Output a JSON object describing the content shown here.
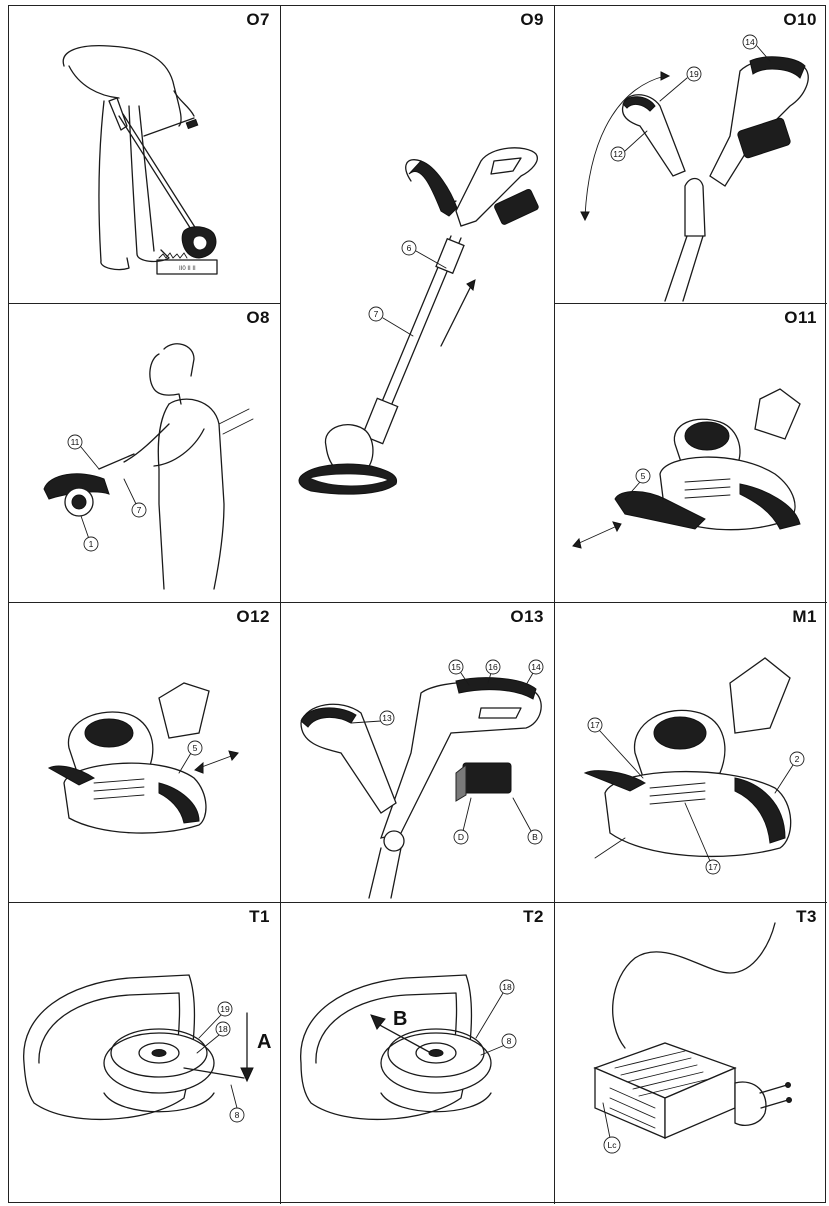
{
  "panels": {
    "o7": {
      "label": "O7"
    },
    "o8": {
      "label": "O8",
      "callouts": [
        "11",
        "7",
        "1"
      ]
    },
    "o9": {
      "label": "O9",
      "callouts": [
        "6",
        "7"
      ]
    },
    "o10": {
      "label": "O10",
      "callouts": [
        "14",
        "19",
        "12"
      ]
    },
    "o11": {
      "label": "O11",
      "callouts": [
        "5"
      ]
    },
    "o12": {
      "label": "O12",
      "callouts": [
        "5"
      ]
    },
    "o13": {
      "label": "O13",
      "callouts": [
        "15",
        "16",
        "14",
        "13",
        "D",
        "B"
      ]
    },
    "m1": {
      "label": "M1",
      "callouts": [
        "17",
        "2",
        "17"
      ]
    },
    "t1": {
      "label": "T1",
      "callouts": [
        "19",
        "18",
        "8"
      ],
      "arrow_letter": "A"
    },
    "t2": {
      "label": "T2",
      "callouts": [
        "18",
        "8"
      ],
      "arrow_letter": "B"
    },
    "t3": {
      "label": "T3",
      "callouts": [
        "Lc"
      ]
    }
  },
  "icons": [
    "grass-trimmer",
    "operator-figure",
    "battery-pack",
    "spool",
    "charger-plug",
    "direction-arrow"
  ]
}
